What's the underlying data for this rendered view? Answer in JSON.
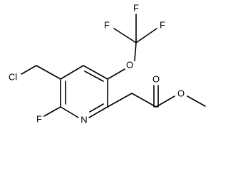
{
  "atom_labels": {
    "fluorine_top_1": "F",
    "fluorine_top_2": "F",
    "fluorine_top_3": "F",
    "ether_oxygen": "O",
    "chloromethyl_chlorine": "Cl",
    "ring_fluorine": "F",
    "ring_nitrogen": "N",
    "carbonyl_oxygen": "O",
    "ester_oxygen": "O"
  },
  "colors": {
    "bond": "#000000",
    "label": "#000000",
    "background": "#ffffff"
  }
}
